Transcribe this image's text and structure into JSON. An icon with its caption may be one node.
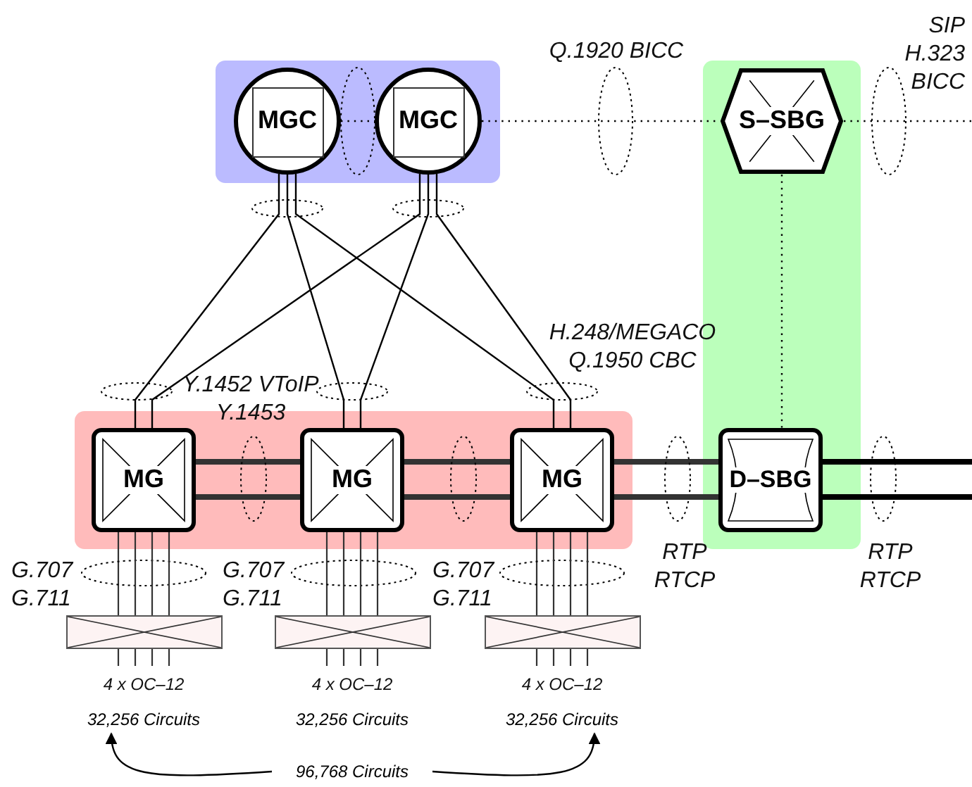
{
  "diagram": {
    "nodes": [
      {
        "text": [],
        "shape": "box"
      },
      {
        "text": [
          "MGC"
        ],
        "in": 0
      },
      {
        "text": [
          "MGC"
        ],
        "in": 0
      },
      {
        "text": [],
        "shape": "box"
      },
      {
        "text": [
          "S–SBG"
        ],
        "in": 3
      },
      {
        "text": [],
        "shape": "box"
      },
      {
        "text": [
          "MG"
        ],
        "in": 5
      },
      {
        "text": [
          "MG"
        ],
        "in": 5
      },
      {
        "text": [
          "MG"
        ],
        "in": 5
      },
      {
        "text": [
          "D–SBG"
        ],
        "in": 3
      },
      {
        "text": [],
        "shape": "box"
      },
      {
        "text": [],
        "shape": "box"
      },
      {
        "text": [],
        "shape": "box"
      },
      {
        "text": [
          "32,256 Circuits"
        ]
      },
      {
        "text": [
          "32,256 Circuits"
        ]
      },
      {
        "text": [
          "32,256 Circuits"
        ]
      },
      {
        "text": [
          "96,768 Circuits"
        ]
      }
    ],
    "edges": [
      {
        "from": 1,
        "to": 2,
        "arrow": "none",
        "style": "dashed"
      },
      {
        "from": 2,
        "to": 4,
        "arrow": "none",
        "style": "dashed"
      },
      {
        "from": 4,
        "to": null,
        "arrow": "none",
        "style": "dashed"
      },
      {
        "from": 4,
        "to": 9,
        "arrow": "none",
        "style": "dashed"
      },
      {
        "from": 1,
        "to": 6,
        "arrow": "none"
      },
      {
        "from": 1,
        "to": 7,
        "arrow": "none"
      },
      {
        "from": 1,
        "to": 8,
        "arrow": "none"
      },
      {
        "from": 2,
        "to": 6,
        "arrow": "none"
      },
      {
        "from": 2,
        "to": 7,
        "arrow": "none"
      },
      {
        "from": 2,
        "to": 8,
        "arrow": "none"
      },
      {
        "from": 6,
        "to": 7,
        "arrow": "none",
        "style": "thick"
      },
      {
        "from": 6,
        "to": 7,
        "arrow": "none",
        "style": "thick"
      },
      {
        "from": 7,
        "to": 8,
        "arrow": "none",
        "style": "thick"
      },
      {
        "from": 7,
        "to": 8,
        "arrow": "none",
        "style": "thick"
      },
      {
        "from": 8,
        "to": 9,
        "arrow": "none",
        "style": "thick"
      },
      {
        "from": 8,
        "to": 9,
        "arrow": "none",
        "style": "thick"
      },
      {
        "from": 9,
        "to": null,
        "arrow": "none",
        "style": "thick"
      },
      {
        "from": 9,
        "to": null,
        "arrow": "none",
        "style": "thick"
      },
      {
        "from": 6,
        "to": 10,
        "arrow": "none"
      },
      {
        "from": 6,
        "to": 10,
        "arrow": "none"
      },
      {
        "from": 6,
        "to": 10,
        "arrow": "none"
      },
      {
        "from": 6,
        "to": 10,
        "arrow": "none"
      },
      {
        "from": 7,
        "to": 11,
        "arrow": "none"
      },
      {
        "from": 7,
        "to": 11,
        "arrow": "none"
      },
      {
        "from": 7,
        "to": 11,
        "arrow": "none"
      },
      {
        "from": 7,
        "to": 11,
        "arrow": "none"
      },
      {
        "from": 8,
        "to": 12,
        "arrow": "none"
      },
      {
        "from": 8,
        "to": 12,
        "arrow": "none"
      },
      {
        "from": 8,
        "to": 12,
        "arrow": "none"
      },
      {
        "from": 8,
        "to": 12,
        "arrow": "none"
      },
      {
        "from": 10,
        "to": null,
        "arrow": "none"
      },
      {
        "from": 10,
        "to": null,
        "arrow": "none"
      },
      {
        "from": 10,
        "to": null,
        "arrow": "none"
      },
      {
        "from": 10,
        "to": null,
        "arrow": "none"
      },
      {
        "from": 11,
        "to": null,
        "arrow": "none"
      },
      {
        "from": 11,
        "to": null,
        "arrow": "none"
      },
      {
        "from": 11,
        "to": null,
        "arrow": "none"
      },
      {
        "from": 11,
        "to": null,
        "arrow": "none"
      },
      {
        "from": 12,
        "to": null,
        "arrow": "none"
      },
      {
        "from": 12,
        "to": null,
        "arrow": "none"
      },
      {
        "from": 12,
        "to": null,
        "arrow": "none"
      },
      {
        "from": 12,
        "to": null,
        "arrow": "none"
      },
      {
        "from": 16,
        "to": 13,
        "arrow": "to"
      },
      {
        "from": 16,
        "to": 15,
        "arrow": "to"
      }
    ],
    "labels": [
      "Q.1920 BICC",
      "SIP H.323 BICC",
      "H.248/MEGACO Q.1950 CBC",
      "Y.1452 VToIP Y.1453",
      "G.707 G.711",
      "G.707 G.711",
      "G.707 G.711",
      "RTP RTCP",
      "RTP RTCP",
      "4 x OC–12",
      "4 x OC–12",
      "4 x OC–12"
    ]
  }
}
